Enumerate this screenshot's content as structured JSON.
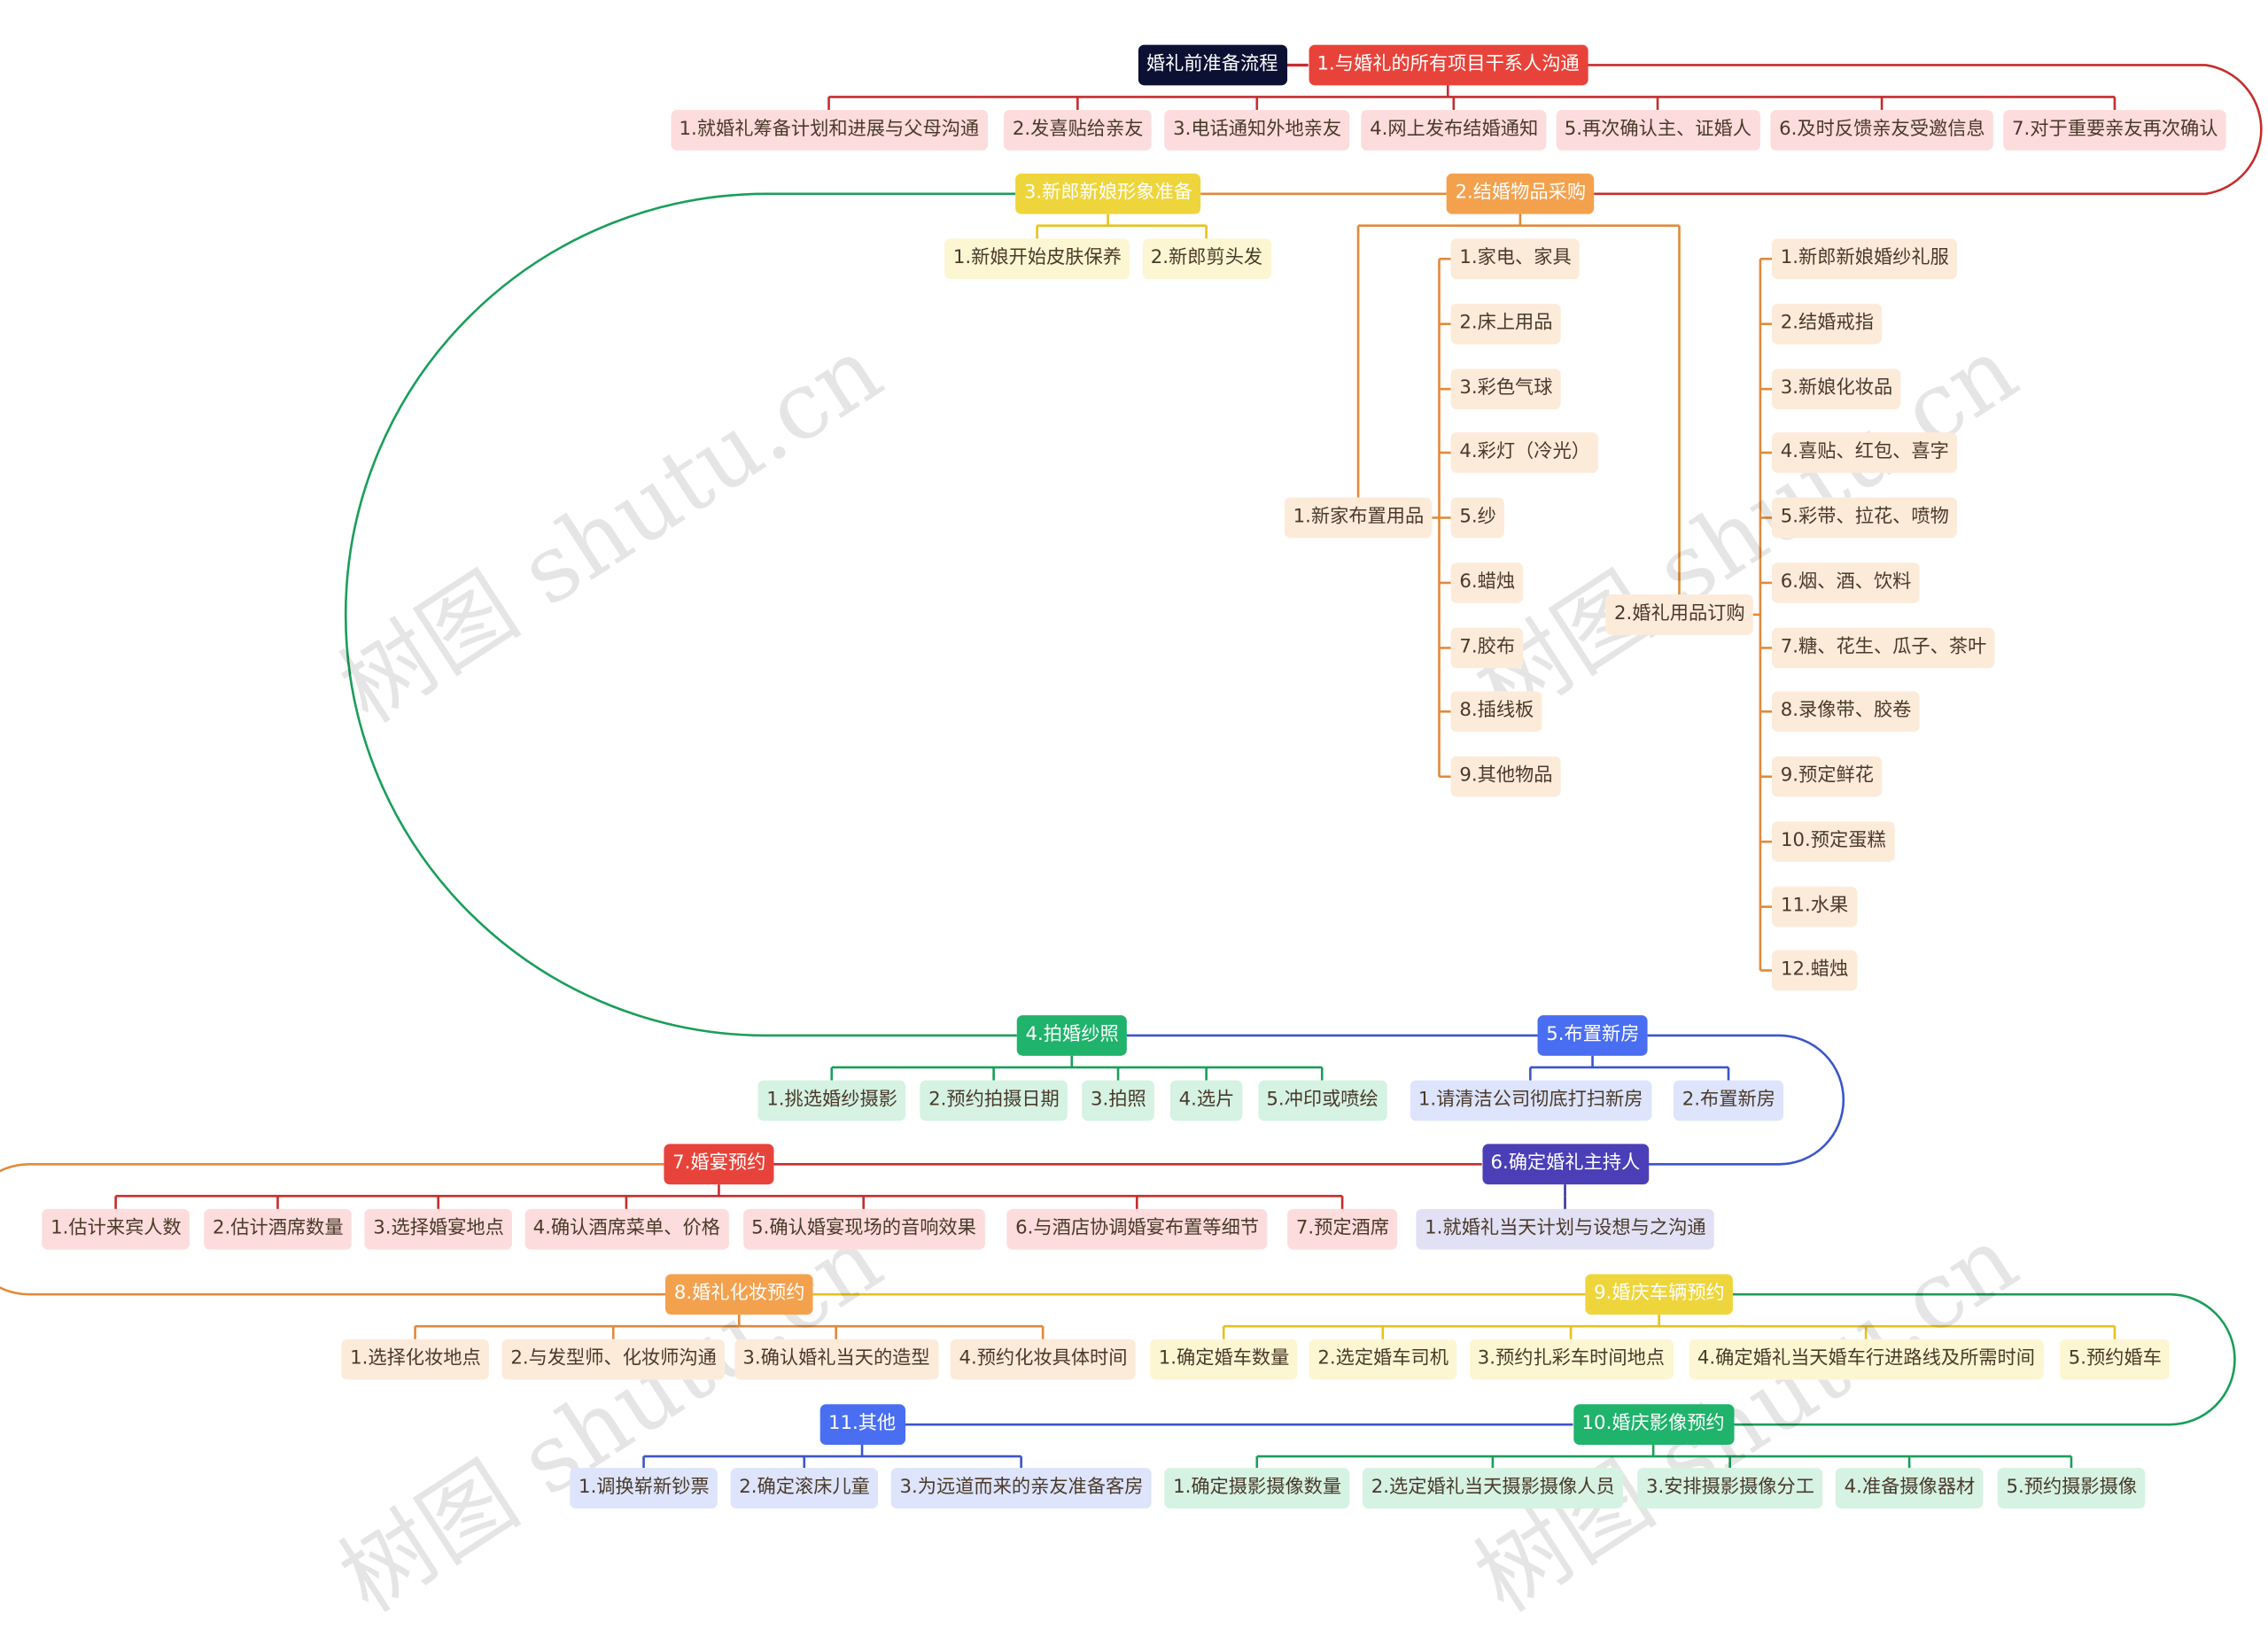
{
  "root": "婚礼前准备流程",
  "watermark": "树图 shutu.cn",
  "branches": [
    {
      "label": "1.与婚礼的所有项目干系人沟通",
      "color": "#e8433a",
      "line": "#c62d2d",
      "light": "#fcdcdc",
      "children": [
        "1.就婚礼筹备计划和进展与父母沟通",
        "2.发喜贴给亲友",
        "3.电话通知外地亲友",
        "4.网上发布结婚通知",
        "5.再次确认主、证婚人",
        "6.及时反馈亲友受邀信息",
        "7.对于重要亲友再次确认"
      ]
    },
    {
      "label": "2.结婚物品采购",
      "color": "#f4a14e",
      "line": "#e08a3a",
      "light": "#fdebd9",
      "groups": [
        {
          "label": "1.新家布置用品",
          "items": [
            "1.家电、家具",
            "2.床上用品",
            "3.彩色气球",
            "4.彩灯（冷光）",
            "5.纱",
            "6.蜡烛",
            "7.胶布",
            "8.插线板",
            "9.其他物品"
          ]
        },
        {
          "label": "2.婚礼用品订购",
          "items": [
            "1.新郎新娘婚纱礼服",
            "2.结婚戒指",
            "3.新娘化妆品",
            "4.喜贴、红包、喜字",
            "5.彩带、拉花、喷物",
            "6.烟、酒、饮料",
            "7.糖、花生、瓜子、茶叶",
            "8.录像带、胶卷",
            "9.预定鲜花",
            "10.预定蛋糕",
            "11.水果",
            "12.蜡烛"
          ]
        }
      ]
    },
    {
      "label": "3.新郎新娘形象准备",
      "color": "#efd53c",
      "line": "#e6c21d",
      "light": "#fdf6d2",
      "children": [
        "1.新娘开始皮肤保养",
        "2.新郎剪头发"
      ]
    },
    {
      "label": "4.拍婚纱照",
      "color": "#1fb36b",
      "line": "#1a9e5a",
      "light": "#d5f2e3",
      "children": [
        "1.挑选婚纱摄影",
        "2.预约拍摄日期",
        "3.拍照",
        "4.选片",
        "5.冲印或喷绘"
      ]
    },
    {
      "label": "5.布置新房",
      "color": "#4a6ef2",
      "line": "#3c55cc",
      "light": "#dde4fb",
      "children": [
        "1.请清洁公司彻底打扫新房",
        "2.布置新房"
      ]
    },
    {
      "label": "6.确定婚礼主持人",
      "color": "#4b3fb7",
      "line": "#3b3599",
      "light": "#e1e0f4",
      "children": [
        "1.就婚礼当天计划与设想与之沟通"
      ]
    },
    {
      "label": "7.婚宴预约",
      "color": "#e8433a",
      "line": "#c62d2d",
      "light": "#fcdcdc",
      "children": [
        "1.估计来宾人数",
        "2.估计酒席数量",
        "3.选择婚宴地点",
        "4.确认酒席菜单、价格",
        "5.确认婚宴现场的音响效果",
        "6.与酒店协调婚宴布置等细节",
        "7.预定酒席"
      ]
    },
    {
      "label": "8.婚礼化妆预约",
      "color": "#f4a14e",
      "line": "#e08a3a",
      "light": "#fdebd9",
      "children": [
        "1.选择化妆地点",
        "2.与发型师、化妆师沟通",
        "3.确认婚礼当天的造型",
        "4.预约化妆具体时间"
      ]
    },
    {
      "label": "9.婚庆车辆预约",
      "color": "#efd53c",
      "line": "#e6c21d",
      "light": "#fdf6d2",
      "children": [
        "1.确定婚车数量",
        "2.选定婚车司机",
        "3.预约扎彩车时间地点",
        "4.确定婚礼当天婚车行进路线及所需时间",
        "5.预约婚车"
      ]
    },
    {
      "label": "10.婚庆影像预约",
      "color": "#1fb36b",
      "line": "#1a9e5a",
      "light": "#d5f2e3",
      "children": [
        "1.确定摄影摄像数量",
        "2.选定婚礼当天摄影摄像人员",
        "3.安排摄影摄像分工",
        "4.准备摄像器材",
        "5.预约摄影摄像"
      ]
    },
    {
      "label": "11.其他",
      "color": "#4a6ef2",
      "line": "#3c55cc",
      "light": "#dde4fb",
      "children": [
        "1.调换崭新钞票",
        "2.确定滚床儿童",
        "3.为远道而来的亲友准备客房"
      ]
    }
  ]
}
